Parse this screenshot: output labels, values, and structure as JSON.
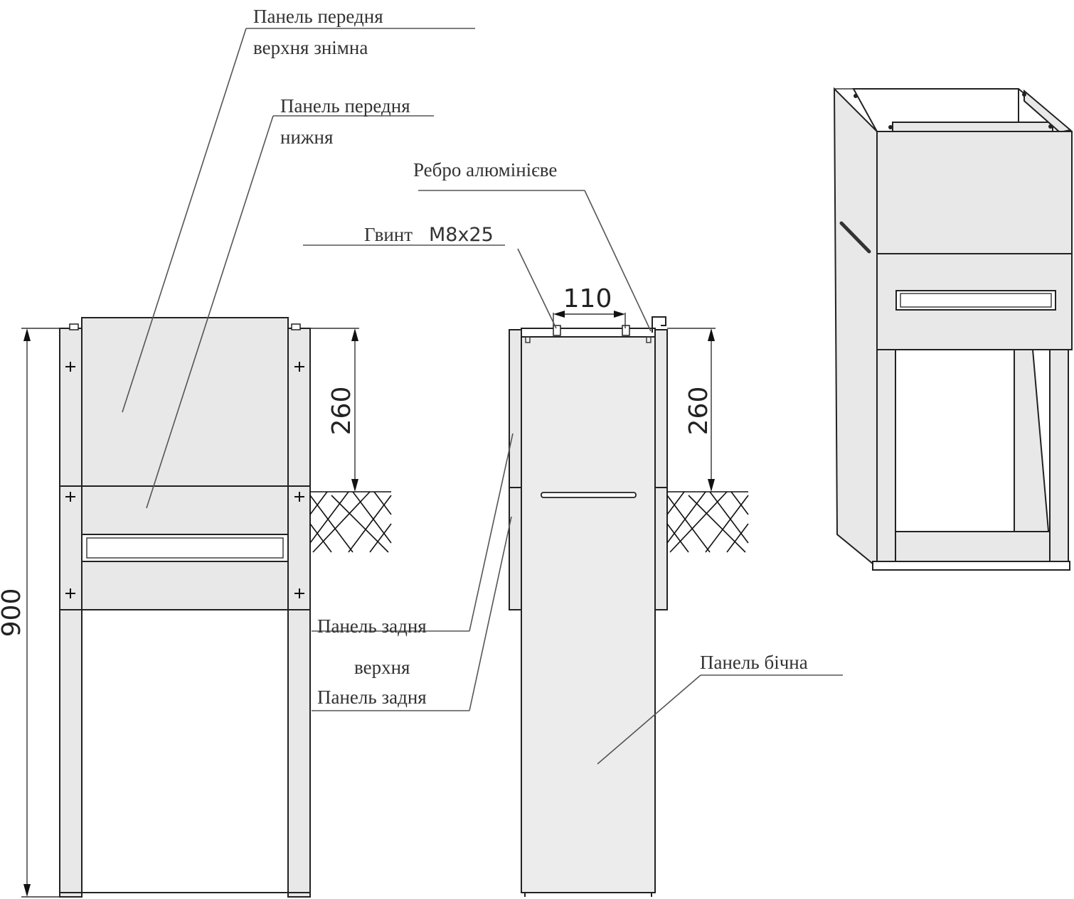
{
  "labels": {
    "front_upper_1": "Панель передня",
    "front_upper_2": "верхня знімна",
    "front_lower_1": "Панель передня",
    "front_lower_2": "нижня",
    "rib": "Ребро алюмінієве",
    "screw_a": "Гвинт",
    "screw_b": "М8х25",
    "back_upper_1": "Панель задня",
    "back_upper_2": "верхня",
    "back_lower": "Панель задня",
    "side": "Панель бічна"
  },
  "dimensions": {
    "height_total": "900",
    "height_front": "260",
    "height_side": "260",
    "width_top": "110"
  }
}
